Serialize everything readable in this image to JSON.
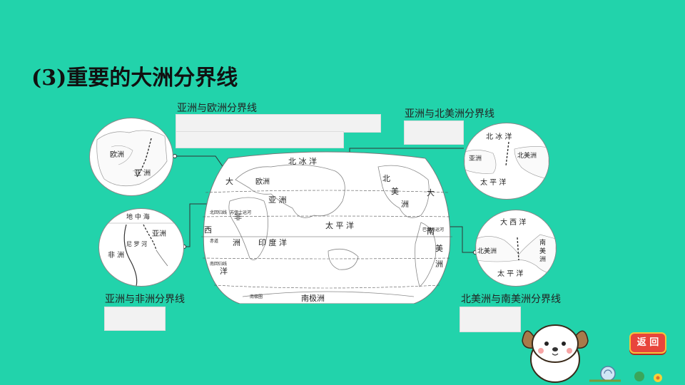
{
  "title": "(3)重要的大洲分界线",
  "sections": {
    "asia_europe": {
      "label": "亚洲与欧洲分界线"
    },
    "asia_north_america": {
      "label": "亚洲与北美洲分界线"
    },
    "asia_africa": {
      "label": "亚洲与非洲分界线"
    },
    "north_south_america": {
      "label": "北美洲与南美洲分界线"
    }
  },
  "inset_asia_europe": {
    "europe": "欧洲",
    "asia": "亚 洲"
  },
  "inset_asia_africa": {
    "med": "地 中 海",
    "asia": "亚洲",
    "africa": "非 洲",
    "nile": "尼 罗 河"
  },
  "inset_asia_na": {
    "arctic": "北 冰 洋",
    "asia": "亚洲",
    "north_america": "北美洲",
    "pacific": "太 平 洋"
  },
  "inset_na_sa": {
    "atlantic": "大 西 洋",
    "south_america": "南 美 洲",
    "north_america": "北美洲",
    "pacific": "太 平 洋"
  },
  "world_map": {
    "arctic": "北 冰 洋",
    "europe": "欧洲",
    "asia": "亚 洲",
    "atlantic_west": "大",
    "africa_a": "非",
    "africa_b": "洲",
    "west_a": "西",
    "west_b": "洋",
    "indian": "印 度 洋",
    "pacific": "太     平     洋",
    "north_america_1": "北",
    "north_america_2": "美",
    "north_america_3": "洲",
    "atlantic_east": "大",
    "south_america_1": "南",
    "south_america_2": "美",
    "south_america_3": "洲",
    "antarctica": "南极洲",
    "arctic_circle": "南极圈",
    "tropic_north": "北回归线",
    "equator": "赤道",
    "tropic_south": "南回归线",
    "canal_suez": "苏伊士运河",
    "canal_panama": "巴拿马运河"
  },
  "nav": {
    "return_label": "返 回"
  }
}
